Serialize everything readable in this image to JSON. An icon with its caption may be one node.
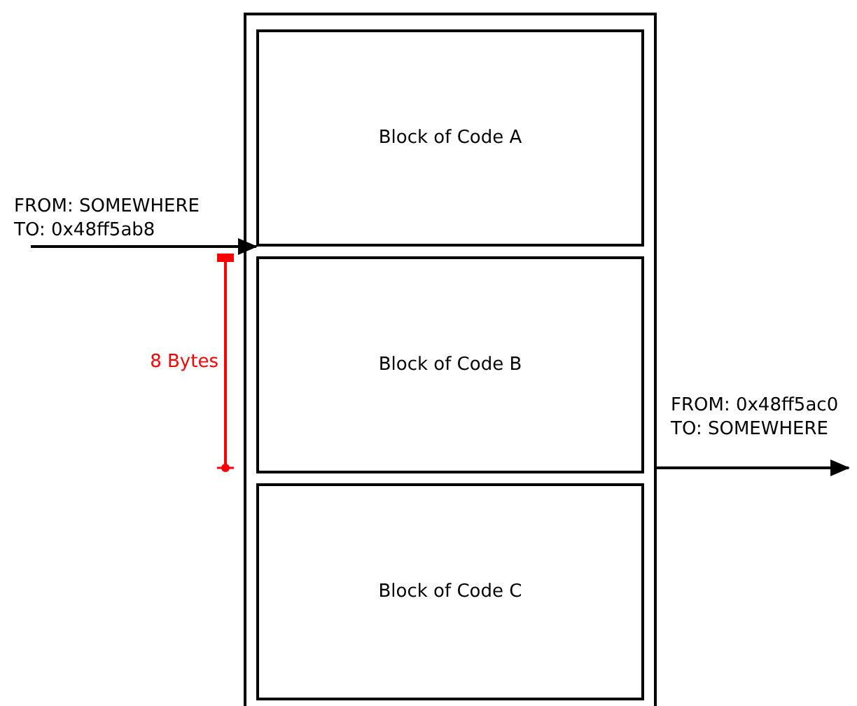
{
  "diagram": {
    "nodes": [
      {
        "text": [],
        "shape": "box"
      },
      {
        "text": [
          "Block of Code A"
        ],
        "in": 0
      },
      {
        "text": [
          "Block of Code B"
        ],
        "in": 0
      },
      {
        "text": [
          "Block of Code C"
        ],
        "in": 0
      }
    ],
    "edges": [
      {
        "from": null,
        "to": 2,
        "arrow": "to",
        "label": "FROM: SOMEWHERE TO: 0x48ff5ab8"
      },
      {
        "from": 0,
        "to": null,
        "arrow": "to",
        "label": "FROM: 0x48ff5ac0 TO: SOMEWHERE"
      }
    ],
    "labels": [
      "8 Bytes"
    ]
  }
}
